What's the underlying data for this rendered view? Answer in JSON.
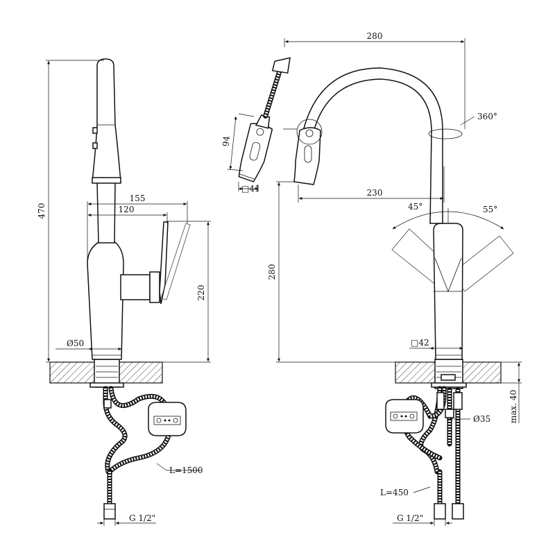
{
  "side_view": {
    "height_total": "470",
    "spout_reach": "155",
    "handle_reach": "120",
    "body_height": "220",
    "base_diameter": "Ø50",
    "hose_length": "L=1500",
    "connection_thread": "G 1/2\""
  },
  "front_view": {
    "total_width": "280",
    "spray_head_length": "94",
    "spray_head_square": "□41",
    "swivel_angle": "360°",
    "aerator_reach": "230",
    "handle_angle_left": "45°",
    "handle_angle_right": "55°",
    "outlet_height": "280",
    "base_square": "□42",
    "shank_diameter": "Ø35",
    "max_countertop": "max. 40",
    "hose_length": "L=450",
    "connection_thread": "G 1/2\""
  }
}
